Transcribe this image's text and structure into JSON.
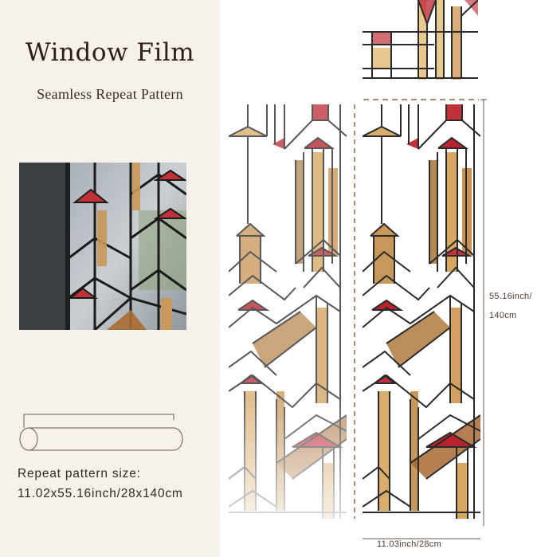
{
  "heading": {
    "title": "Window Film",
    "subtitle": "Seamless Repeat Pattern"
  },
  "repeat": {
    "label": "Repeat pattern size:",
    "value": "11.02x55.16inch/28x140cm"
  },
  "dimensions": {
    "height_inch": "55.16inch/",
    "height_cm": "140cm",
    "width": "11.03inch/28cm"
  },
  "colors": {
    "panel_background": "#f6f1ea",
    "lead_line": "#2a2a2a",
    "glass_amber": "#c8985a",
    "glass_red": "#b8232e",
    "glass_brown": "#8a5a2a",
    "dash": "#8a6a4a"
  }
}
